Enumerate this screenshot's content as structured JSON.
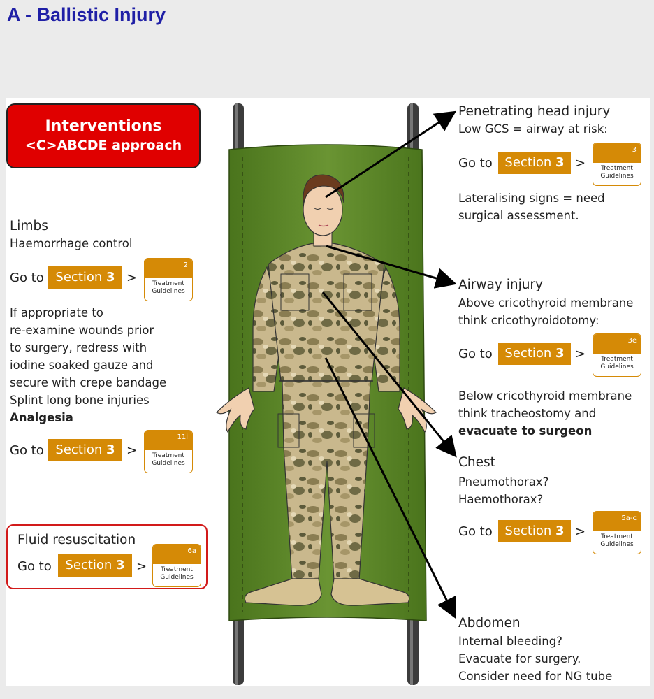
{
  "title": "A - Ballistic Injury",
  "interventions": {
    "title": "Interventions",
    "subtitle": "<C>ABCDE approach"
  },
  "common": {
    "go_to": "Go to",
    "section_word": "Section",
    "section_number": "3",
    "arrow": ">",
    "tg_label_1": "Treatment",
    "tg_label_2": "Guidelines"
  },
  "limbs": {
    "heading": "Limbs",
    "sub": "Haemorrhage control",
    "ref1": "2",
    "text": [
      "If appropriate to",
      "re-examine wounds prior",
      "to surgery, redress with",
      "iodine soaked gauze and",
      "secure with crepe bandage",
      "Splint long bone injuries"
    ],
    "analgesia": "Analgesia",
    "ref2": "11i"
  },
  "fluid": {
    "heading": "Fluid resuscitation",
    "ref": "6a"
  },
  "head": {
    "heading": "Penetrating head injury",
    "line1": "Low GCS = airway at risk:",
    "ref": "3",
    "line2": "Lateralising signs = need",
    "line3": "surgical assessment."
  },
  "airway": {
    "heading": "Airway injury",
    "line1": "Above cricothyroid membrane",
    "line2": "think cricothyroidotomy:",
    "ref": "3e",
    "line3": "Below cricothyroid membrane",
    "line4": "think tracheostomy and",
    "line5": "evacuate to surgeon"
  },
  "chest": {
    "heading": "Chest",
    "line1": "Pneumothorax?",
    "line2": "Haemothorax?",
    "ref": "5a-c"
  },
  "abdomen": {
    "heading": "Abdomen",
    "line1": "Internal bleeding?",
    "line2": "Evacuate for surgery.",
    "line3": "Consider need for NG tube"
  },
  "colors": {
    "title_blue": "#1f1fa6",
    "red": "#e00000",
    "orange": "#d58a06",
    "stretcher_green": "#4f7a1f"
  }
}
